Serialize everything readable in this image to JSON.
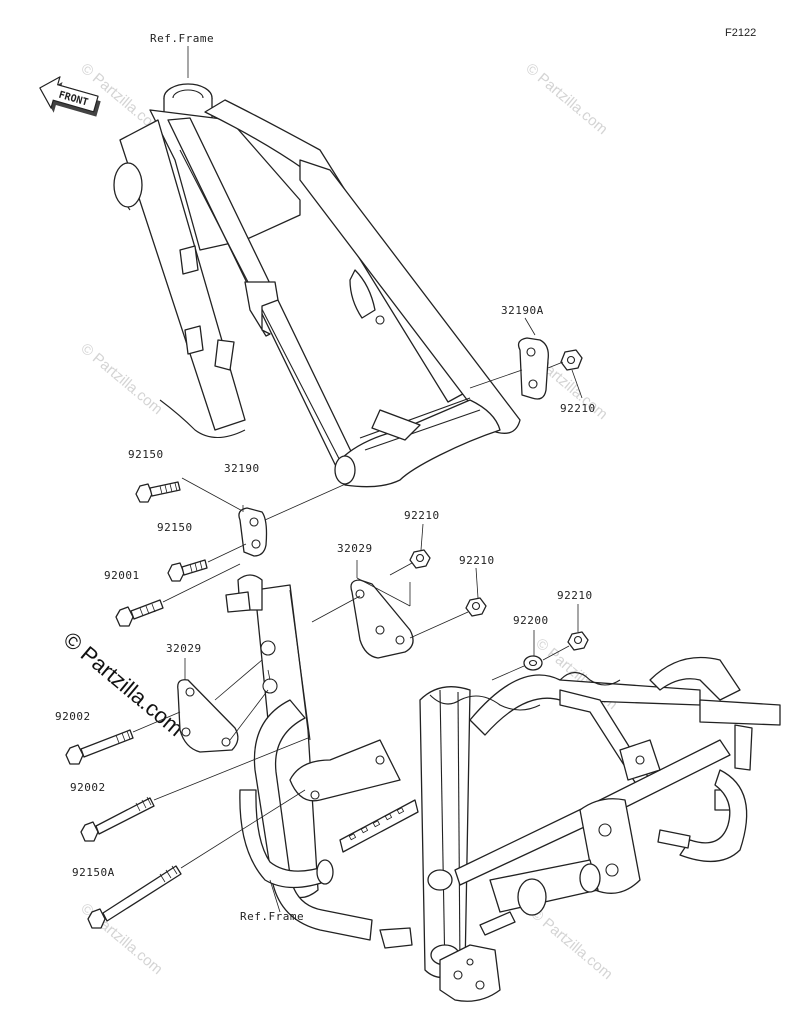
{
  "figure_code": "F2122",
  "front_label": "FRONT",
  "ref_labels": {
    "top": "Ref.Frame",
    "bottom": "Ref.Frame"
  },
  "parts": [
    {
      "id": "p-32190A",
      "number": "32190A"
    },
    {
      "id": "p-92210-a",
      "number": "92210"
    },
    {
      "id": "p-92150-a",
      "number": "92150"
    },
    {
      "id": "p-32190",
      "number": "32190"
    },
    {
      "id": "p-92150-b",
      "number": "92150"
    },
    {
      "id": "p-92001",
      "number": "92001"
    },
    {
      "id": "p-92210-b",
      "number": "92210"
    },
    {
      "id": "p-32029-a",
      "number": "32029"
    },
    {
      "id": "p-92210-c",
      "number": "92210"
    },
    {
      "id": "p-92210-d",
      "number": "92210"
    },
    {
      "id": "p-92200",
      "number": "92200"
    },
    {
      "id": "p-32029-b",
      "number": "32029"
    },
    {
      "id": "p-92002-a",
      "number": "92002"
    },
    {
      "id": "p-92002-b",
      "number": "92002"
    },
    {
      "id": "p-92150A",
      "number": "92150A"
    }
  ],
  "watermark": {
    "small": "© Partzilla.com",
    "large": "© Partzilla.com"
  },
  "colors": {
    "ink": "#222222",
    "watermark": "#d4d4d4",
    "background": "#ffffff"
  }
}
